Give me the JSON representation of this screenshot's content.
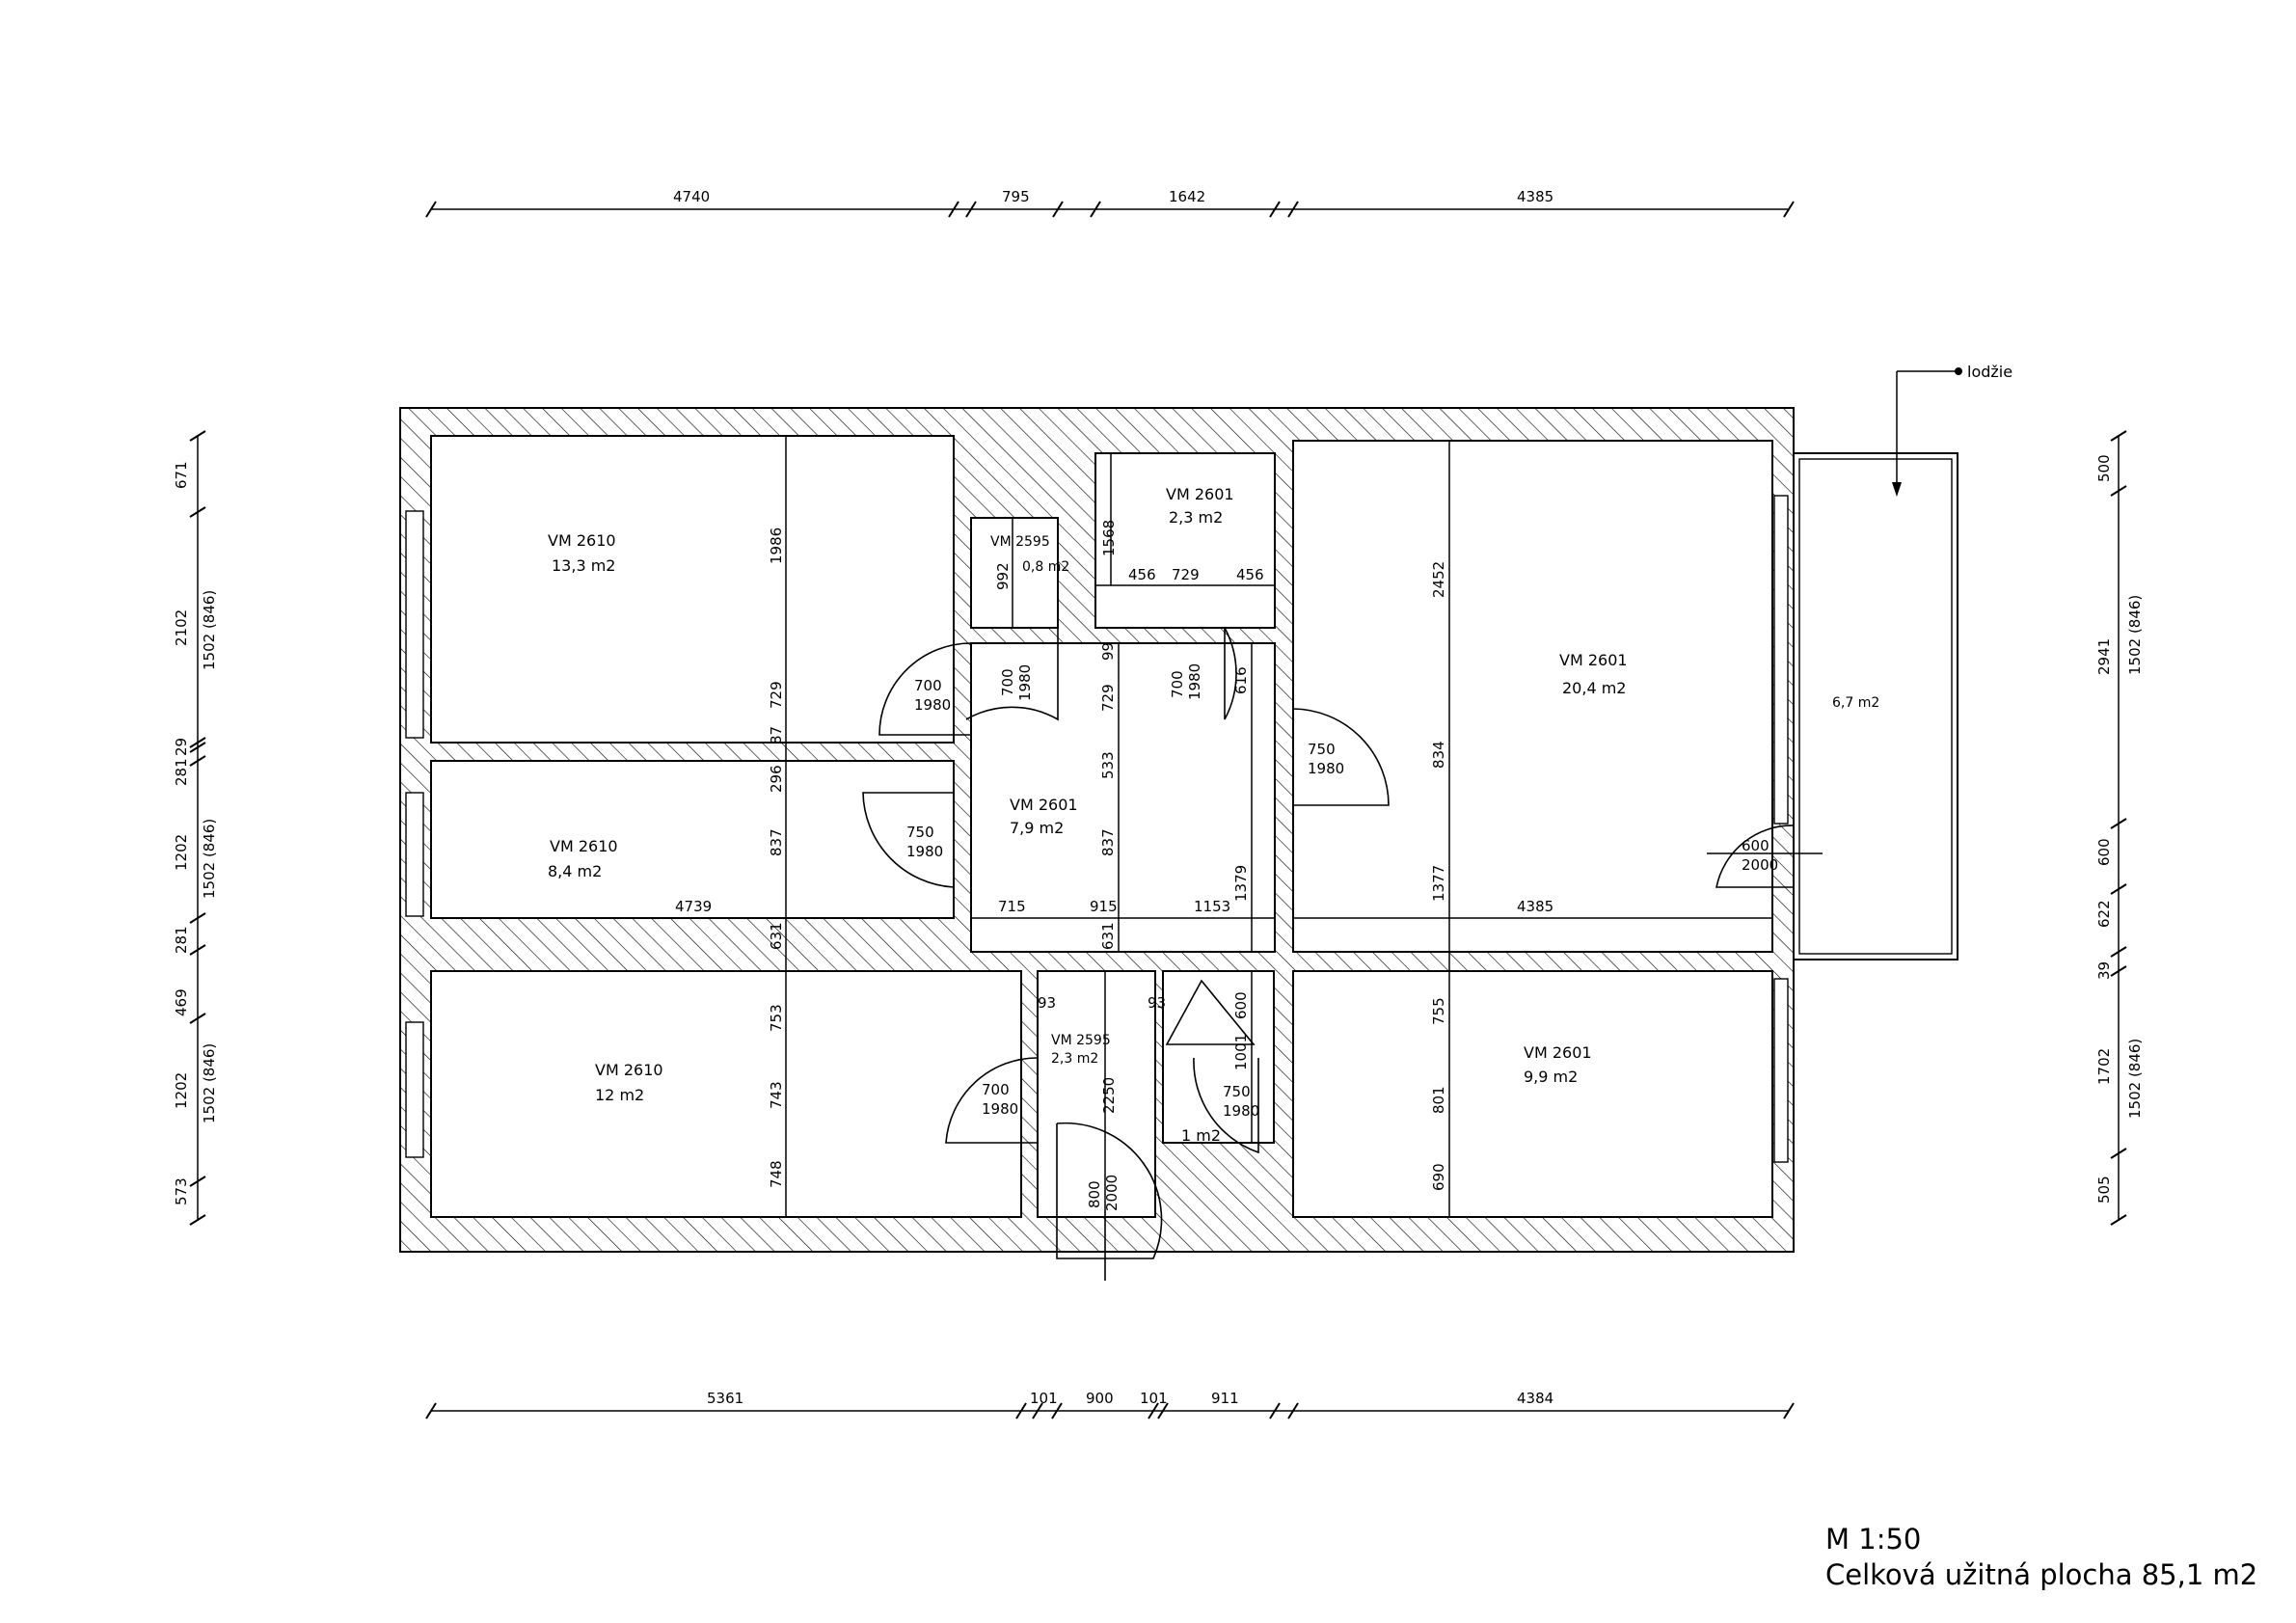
{
  "plan": {
    "scale": "M 1:50",
    "total_area": "Celková užitná plocha 85,1 m2",
    "loggia_label": "lodžie"
  },
  "rooms": [
    {
      "id": "r1",
      "code": "VM 2610",
      "area": "13,3 m2"
    },
    {
      "id": "r2",
      "code": "VM 2610",
      "area": "8,4 m2"
    },
    {
      "id": "r3",
      "code": "VM 2610",
      "area": "12 m2"
    },
    {
      "id": "r4",
      "code": "VM 2595",
      "area": "0,8 m2"
    },
    {
      "id": "r5",
      "code": "VM 2601",
      "area": "2,3 m2"
    },
    {
      "id": "r6",
      "code": "VM 2601",
      "area": "7,9 m2"
    },
    {
      "id": "r7",
      "code": "VM 2595",
      "area": "2,3 m2"
    },
    {
      "id": "r8",
      "code": "",
      "area": "1 m2"
    },
    {
      "id": "r9",
      "code": "VM 2601",
      "area": "20,4 m2"
    },
    {
      "id": "r10",
      "code": "VM 2601",
      "area": "9,9 m2"
    },
    {
      "id": "r11",
      "code": "",
      "area": "6,7 m2"
    }
  ],
  "doors": [
    {
      "w": "700",
      "h": "1980"
    },
    {
      "w": "700",
      "h": "1980"
    },
    {
      "w": "700",
      "h": "1980"
    },
    {
      "w": "750",
      "h": "1980"
    },
    {
      "w": "750",
      "h": "1980"
    },
    {
      "w": "600",
      "h": "2000"
    },
    {
      "w": "700",
      "h": "1980"
    },
    {
      "w": "750",
      "h": "1980"
    },
    {
      "w": "800",
      "h": "2000"
    }
  ],
  "dims": {
    "top": [
      "4740",
      "795",
      "1642",
      "4385"
    ],
    "bottom": [
      "5361",
      "101",
      "900",
      "101",
      "911",
      "4384"
    ],
    "left": [
      "671",
      "2102",
      "29",
      "281",
      "1202",
      "281",
      "469",
      "1202",
      "573"
    ],
    "left_inner": [
      "1502 (846)",
      "1502 (846)",
      "1502 (846)"
    ],
    "right": [
      "500",
      "2941",
      "600",
      "622",
      "39",
      "1702",
      "505"
    ],
    "right_inner": [
      "1502 (846)",
      "1502 (846)"
    ],
    "interior": [
      "1986",
      "729",
      "87",
      "296",
      "837",
      "631",
      "753",
      "743",
      "748",
      "4739",
      "992",
      "1568",
      "456",
      "729",
      "456",
      "99",
      "729",
      "533",
      "837",
      "631",
      "715",
      "915",
      "1153",
      "616",
      "1379",
      "2452",
      "834",
      "1377",
      "4385",
      "755",
      "801",
      "690",
      "93",
      "93",
      "600",
      "1001",
      "2250"
    ]
  }
}
